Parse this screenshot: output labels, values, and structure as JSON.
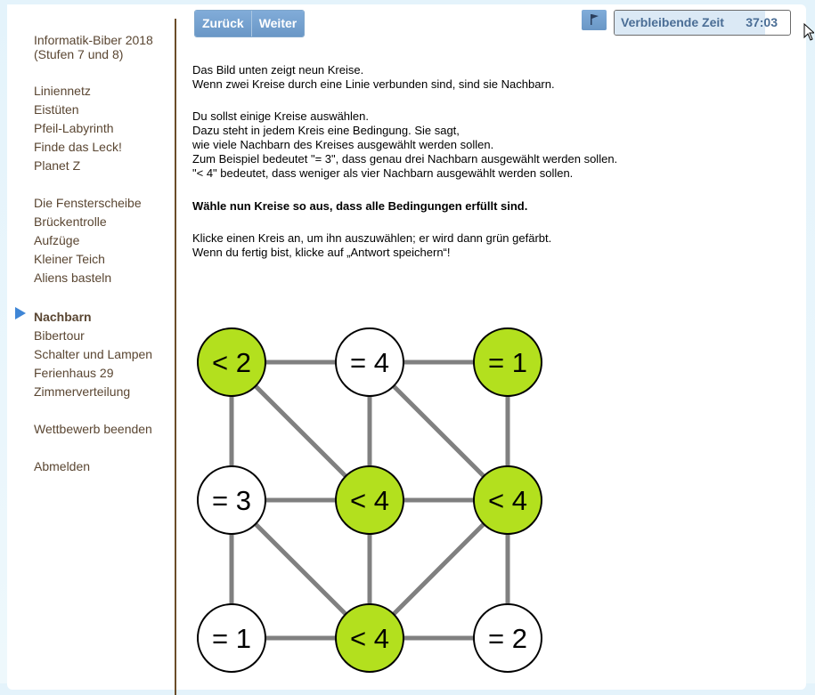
{
  "sidebar": {
    "title_line1": "Informatik-Biber 2018",
    "title_line2": "(Stufen 7 und 8)",
    "items": [
      {
        "label": "Liniennetz"
      },
      {
        "label": "Eistüten"
      },
      {
        "label": "Pfeil-Labyrinth"
      },
      {
        "label": "Finde das Leck!"
      },
      {
        "label": "Planet Z"
      },
      {
        "label": "Die Fensterscheibe"
      },
      {
        "label": "Brückentrolle"
      },
      {
        "label": "Aufzüge"
      },
      {
        "label": "Kleiner Teich"
      },
      {
        "label": "Aliens basteln"
      },
      {
        "label": "Nachbarn",
        "active": true
      },
      {
        "label": "Bibertour"
      },
      {
        "label": "Schalter und Lampen"
      },
      {
        "label": "Ferienhaus 29"
      },
      {
        "label": "Zimmerverteilung"
      }
    ],
    "end_contest": "Wettbewerb beenden",
    "logout": "Abmelden",
    "marker_icon": "play-triangle-icon"
  },
  "toolbar": {
    "back_label": "Zurück",
    "next_label": "Weiter",
    "flag_icon": "flag-icon",
    "timer_label": "Verbleibende Zeit",
    "timer_value": "37:03",
    "timer_progress": 0.86
  },
  "task": {
    "p1": [
      "Das Bild unten zeigt neun Kreise.",
      "Wenn zwei Kreise durch eine Linie verbunden sind, sind sie Nachbarn."
    ],
    "p2": [
      "Du sollst einige Kreise auswählen.",
      "Dazu steht in jedem Kreis eine Bedingung. Sie sagt,",
      "wie viele Nachbarn des Kreises ausgewählt werden sollen.",
      "Zum Beispiel bedeutet \"= 3\", dass genau drei Nachbarn ausgewählt werden sollen.",
      "\"< 4\" bedeutet, dass weniger als vier Nachbarn ausgewählt werden sollen."
    ],
    "p3": "Wähle nun Kreise so aus, dass alle Bedingungen erfüllt sind.",
    "p4": [
      "Klicke einen Kreis an, um ihn auszuwählen; er wird dann grün gefärbt.",
      "Wenn du fertig bist, klicke auf „Antwort speichern“!"
    ]
  },
  "graph": {
    "colors": {
      "selected": "#b3e01e",
      "unselected": "#ffffff",
      "edge": "#808080",
      "stroke": "#000000"
    },
    "nodes": [
      {
        "label": "< 2",
        "selected": true
      },
      {
        "label": "= 4",
        "selected": false
      },
      {
        "label": "= 1",
        "selected": true
      },
      {
        "label": "= 3",
        "selected": false
      },
      {
        "label": "< 4",
        "selected": true
      },
      {
        "label": "< 4",
        "selected": true
      },
      {
        "label": "= 1",
        "selected": false
      },
      {
        "label": "< 4",
        "selected": true
      },
      {
        "label": "= 2",
        "selected": false
      }
    ],
    "edges": [
      [
        0,
        1
      ],
      [
        1,
        2
      ],
      [
        0,
        3
      ],
      [
        1,
        4
      ],
      [
        2,
        5
      ],
      [
        3,
        4
      ],
      [
        4,
        5
      ],
      [
        3,
        6
      ],
      [
        4,
        7
      ],
      [
        5,
        8
      ],
      [
        6,
        7
      ],
      [
        7,
        8
      ],
      [
        0,
        4
      ],
      [
        1,
        5
      ],
      [
        3,
        7
      ],
      [
        5,
        7
      ]
    ]
  }
}
